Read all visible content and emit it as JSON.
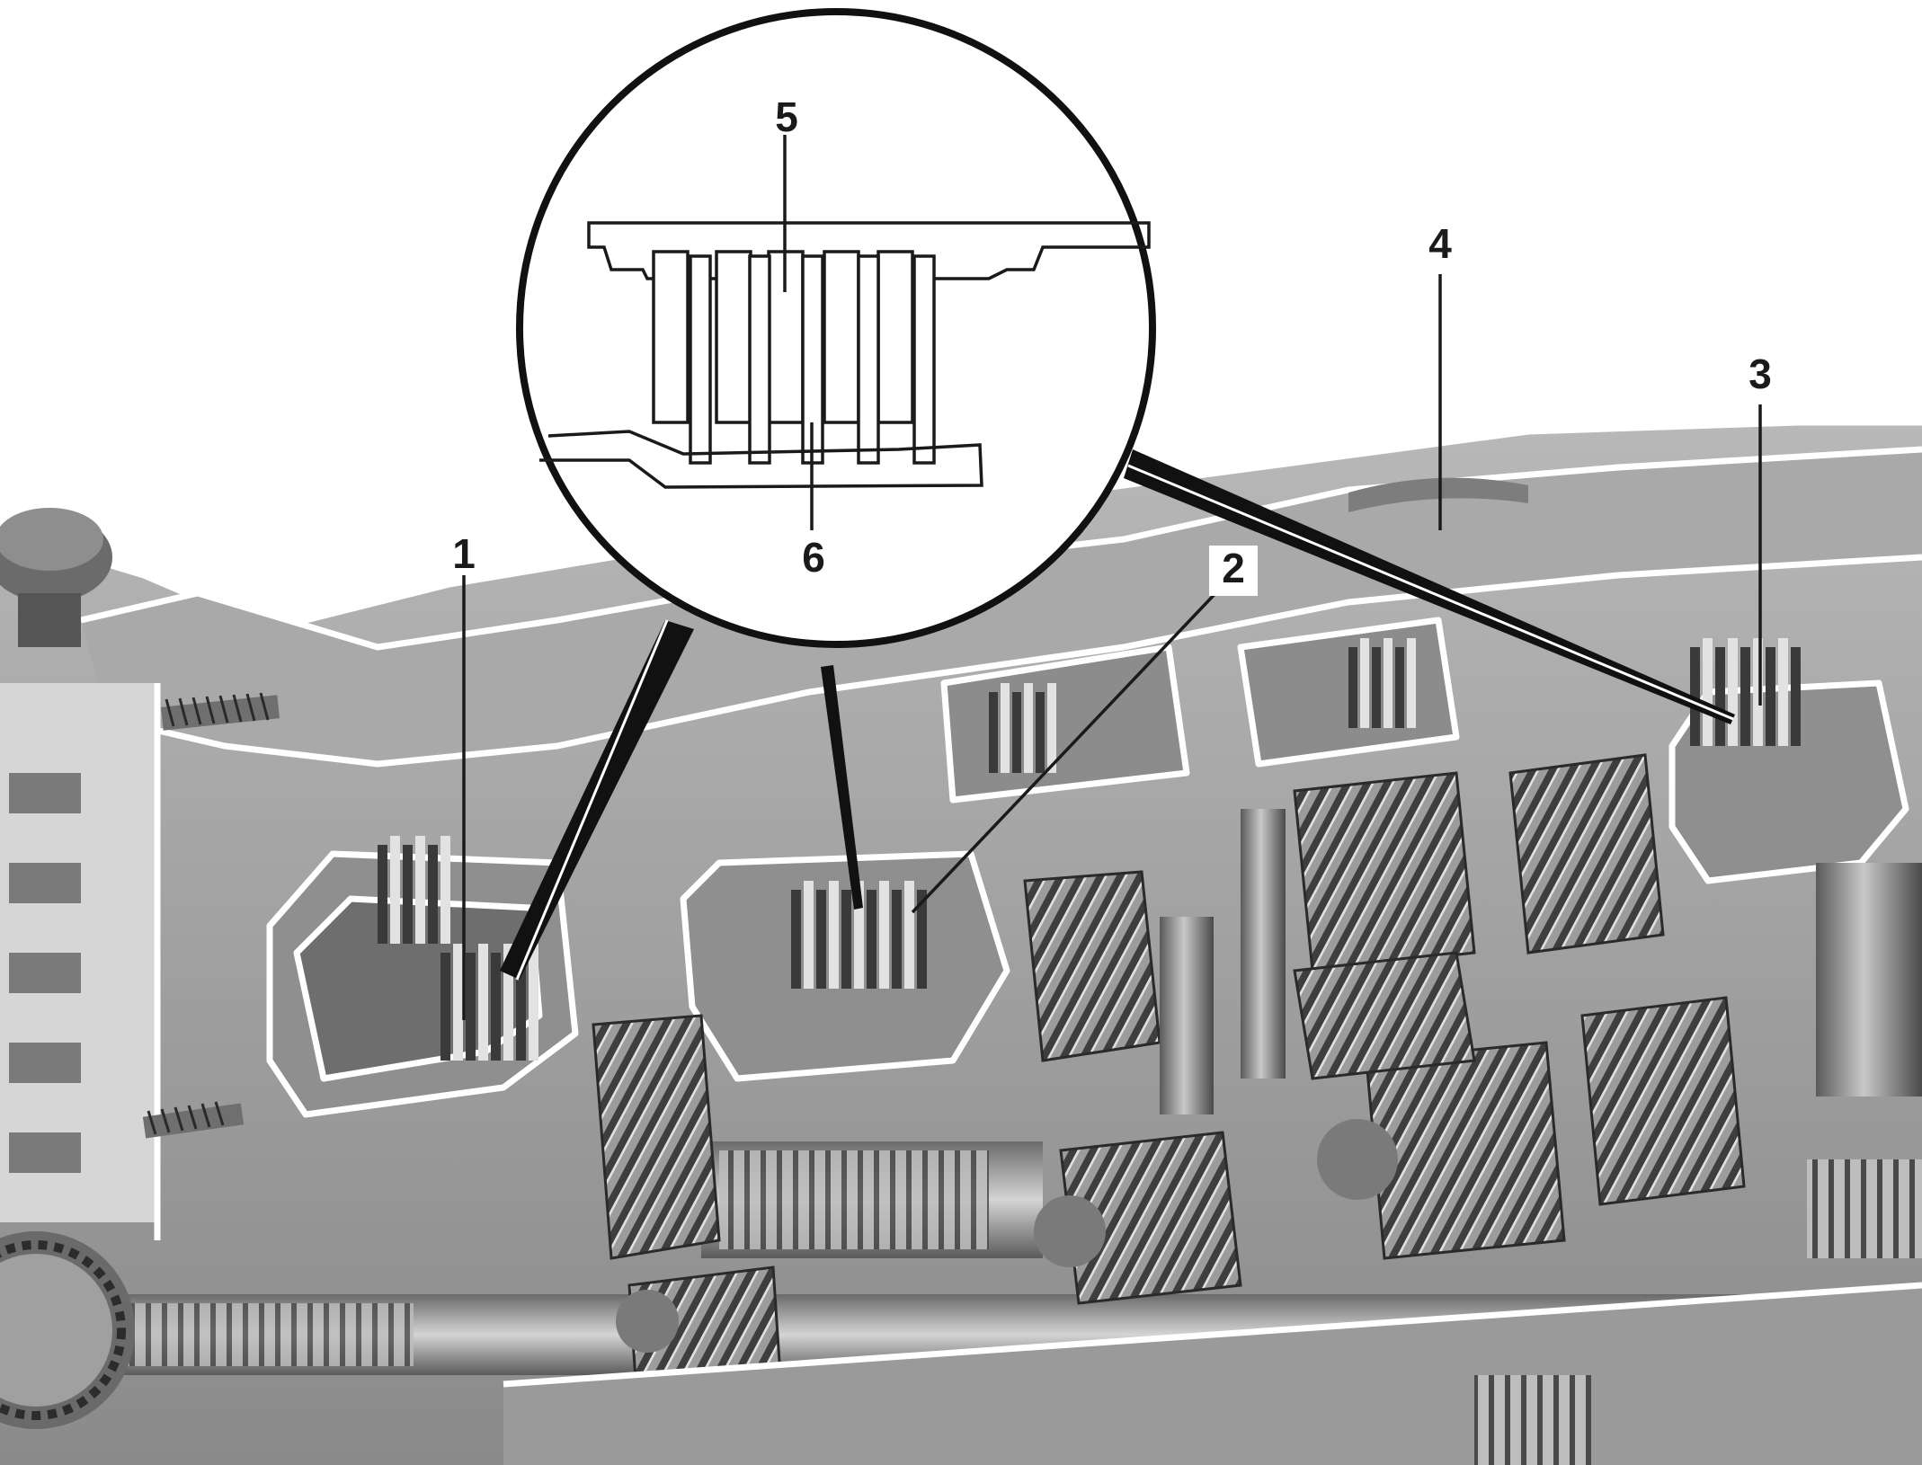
{
  "callouts": {
    "c1": "1",
    "c2": "2",
    "c3": "3",
    "c4": "4",
    "c5": "5",
    "c6": "6"
  },
  "colors": {
    "background": "#ffffff",
    "housing": "#9a9a9a",
    "metal_dark": "#4a4a4a",
    "outline": "#1a1a1a"
  },
  "icons": {
    "magnifier": "detail-magnifier-circle",
    "gears": "helical-gear"
  }
}
